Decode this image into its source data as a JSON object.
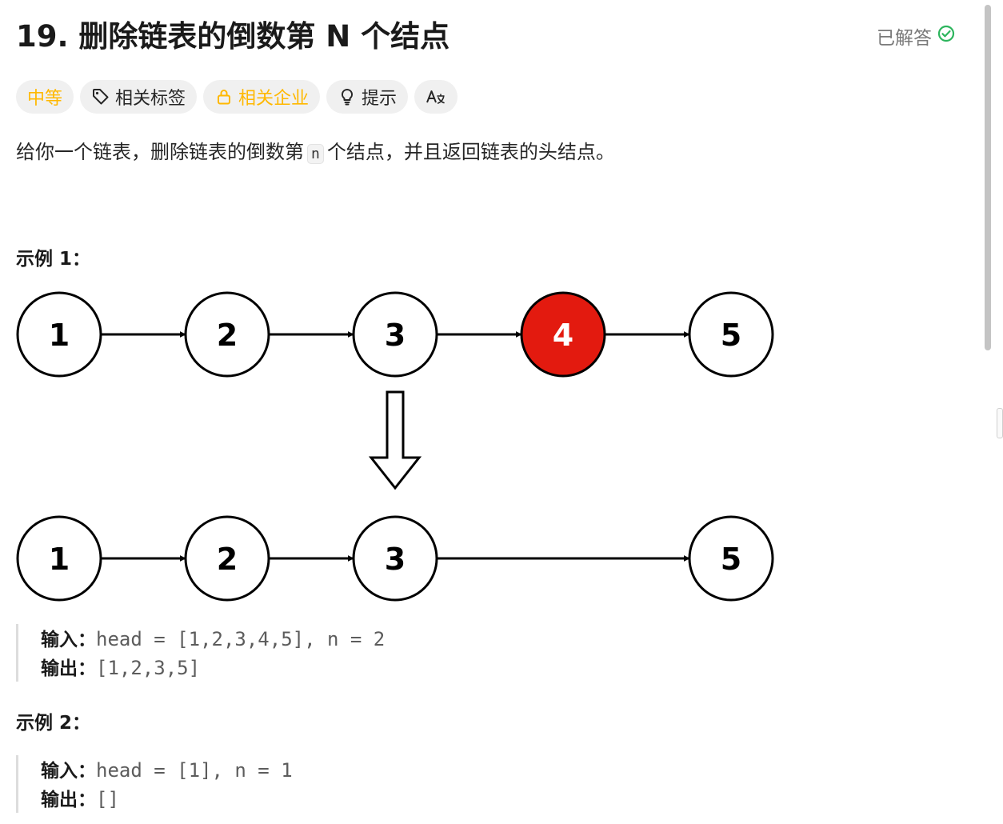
{
  "header": {
    "title": "19. 删除链表的倒数第 N 个结点",
    "status": "已解答"
  },
  "tags": {
    "difficulty": "中等",
    "related_tags": "相关标签",
    "related_companies": "相关企业",
    "hint": "提示",
    "translate_icon": "translate-icon"
  },
  "description": {
    "before": "给你一个链表，删除链表的倒数第",
    "code": "n",
    "after": "个结点，并且返回链表的头结点。"
  },
  "example1": {
    "heading": "示例 1：",
    "diagram": {
      "top_nodes": [
        "1",
        "2",
        "3",
        "4",
        "5"
      ],
      "removed_node": "4",
      "bottom_nodes": [
        "1",
        "2",
        "3",
        "5"
      ],
      "highlight_color": "#e31a0f"
    },
    "input_label": "输入：",
    "input_value": "head = [1,2,3,4,5], n = 2",
    "output_label": "输出：",
    "output_value": "[1,2,3,5]"
  },
  "example2": {
    "heading": "示例 2：",
    "input_label": "输入：",
    "input_value": "head = [1], n = 1",
    "output_label": "输出：",
    "output_value": "[]"
  },
  "colors": {
    "difficulty_medium": "#ffb800",
    "solved_check": "#2db55d"
  }
}
